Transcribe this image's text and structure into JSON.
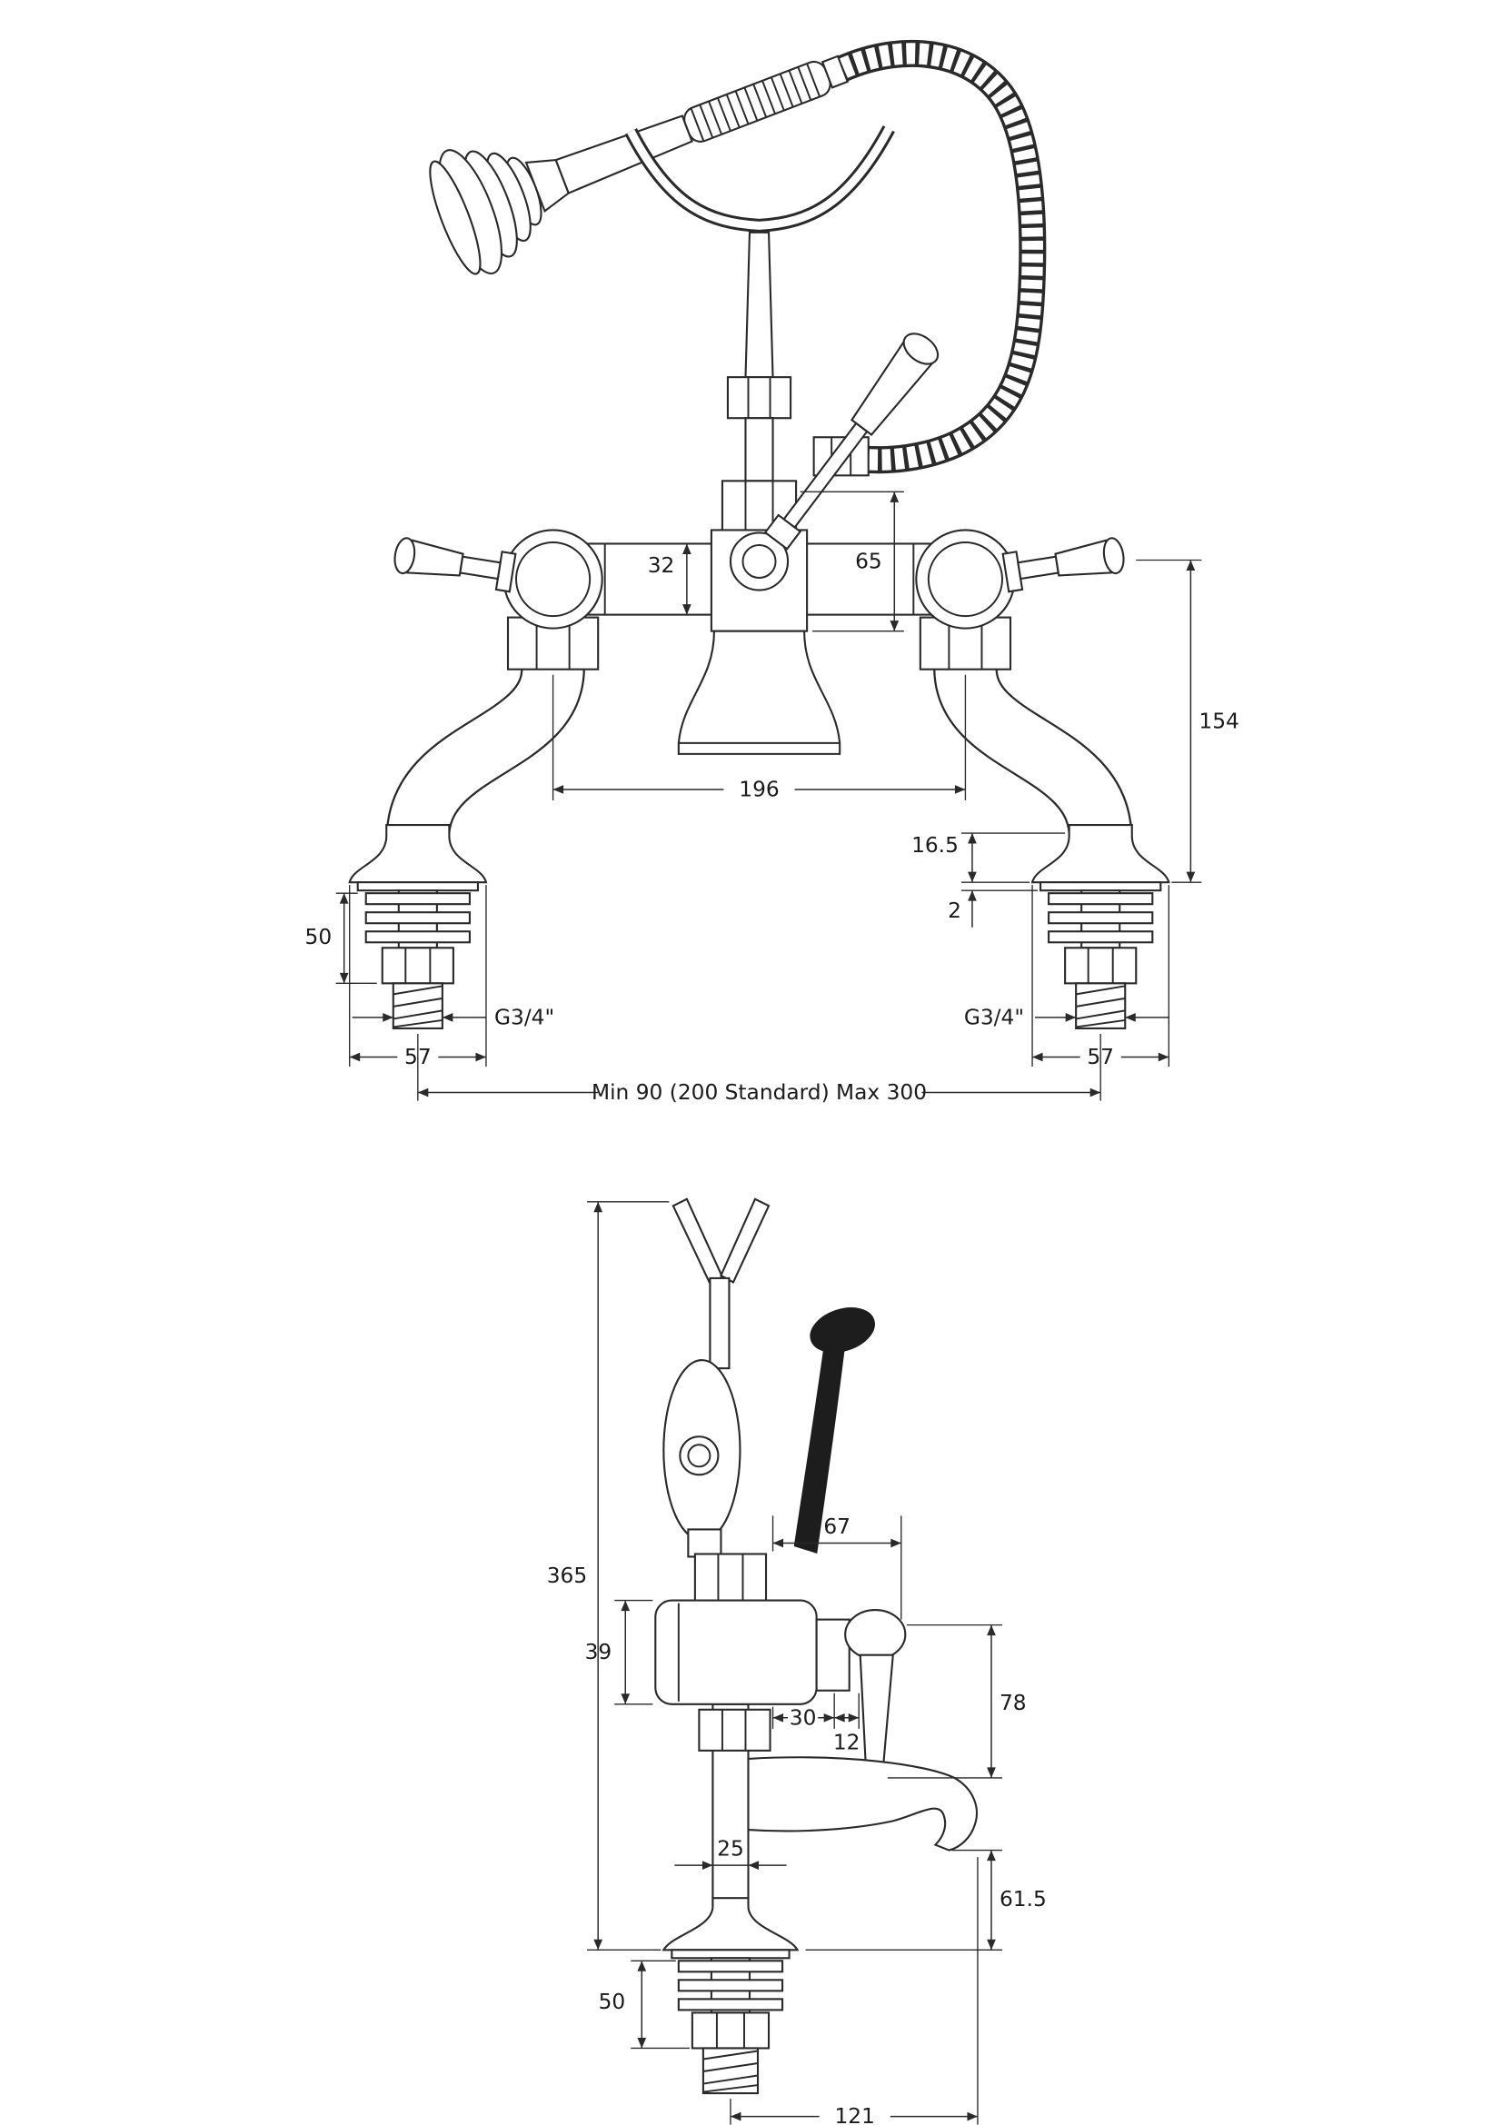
{
  "style": {
    "background": "#ffffff",
    "line_color": "#2a2a2a"
  },
  "front_view": {
    "dims": {
      "handle_rise": "32",
      "hub_height": "65",
      "deck_to_center": "154",
      "valve_centres": "196",
      "flange_height": "16.5",
      "washer": "2",
      "tail_left": "50",
      "thread_left": "G3/4\"",
      "thread_right": "G3/4\"",
      "base_left": "57",
      "base_right": "57",
      "centres_range": "Min 90 (200 Standard) Max 300"
    }
  },
  "side_view": {
    "dims": {
      "overall_height": "365",
      "handle_reach": "67",
      "body_dia": "39",
      "offset_a": "30",
      "offset_b": "12",
      "lever_drop": "78",
      "pipe_dia": "25",
      "spout_drop": "61.5",
      "tail": "50",
      "spout_reach": "121"
    }
  }
}
